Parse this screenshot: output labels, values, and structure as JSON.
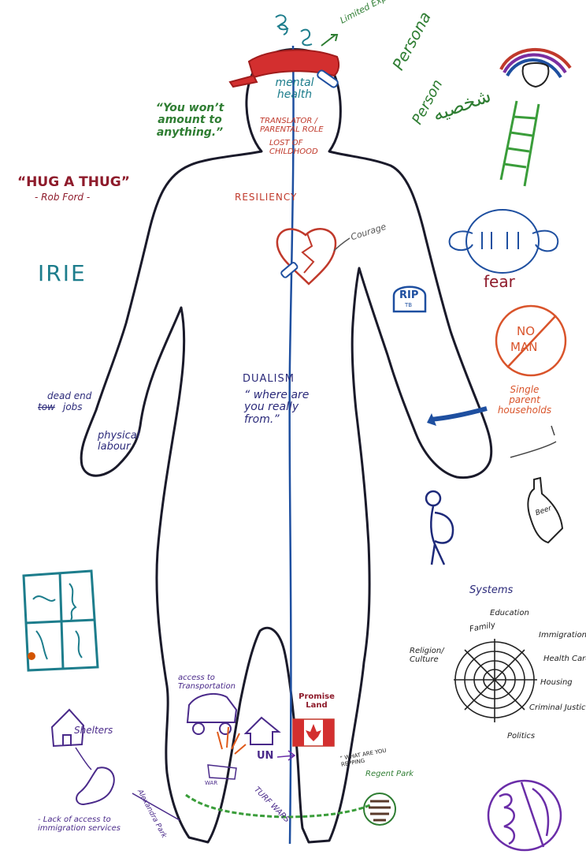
{
  "colors": {
    "outline": "#1a1a2a",
    "red": "#c0392b",
    "green": "#2e7d32",
    "teal": "#1d7d8c",
    "blue": "#1e4fa0",
    "purple": "#4a2a8a"
  },
  "head": {
    "limited_expectations": "Limited Expectations & Aspirations",
    "mental_health": "mental health",
    "quote_wont_amount": "“You won’t amount to anything.”",
    "translator_role": "TRANSLATOR / PARENTAL ROLE",
    "loss_of_childhood": "LOST OF CHILDHOOD"
  },
  "left": {
    "hug_a_thug": "“HUG A THUG”",
    "rob_ford": "- Rob Ford -",
    "irie": "IRIE",
    "dead_end_jobs_1": "dead end",
    "dead_end_jobs_struck": "tow",
    "dead_end_jobs_2": "jobs",
    "physical_labour": "physical labour"
  },
  "torso": {
    "resiliency": "RESILIENCY",
    "courage": "Courage",
    "rip": "RIP",
    "rip_sub": "TB",
    "dualism": "DUALISM",
    "where_from": "“ where are you really from.”"
  },
  "right": {
    "persona": "Persona",
    "person": "Person",
    "arabic": "شخصيه",
    "fear": "fear",
    "no_man_1": "NO",
    "no_man_2": "MAN",
    "single_parent": "Single parent households",
    "beer": "Beer"
  },
  "systems": {
    "title": "Systems",
    "labels": {
      "family": "Family",
      "education": "Education",
      "immigration": "Immigration",
      "religion_culture": "Religion/ Culture",
      "health_care": "Health Care",
      "housing": "Housing",
      "criminal_justice": "Criminal Justice",
      "politics": "Politics"
    }
  },
  "bottom": {
    "access_transportation": "access to Transportation",
    "shelters": "Shelters",
    "lack_of_access": "- Lack of access to immigration services",
    "alexandra_park": "Alexandra Park",
    "war": "WAR",
    "un": "UN",
    "promise_land": "Promise Land",
    "turf_wars": "TURF WARS",
    "what_are_you_repping": "“ WHAT ARE YOU REPPING",
    "regent_park": "Regent Park"
  }
}
